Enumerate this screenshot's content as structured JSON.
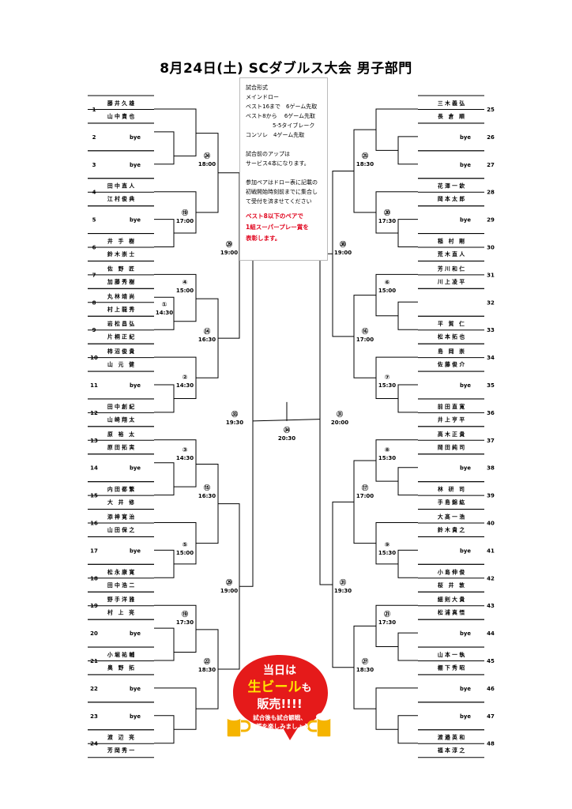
{
  "title": "8月24日(土) SCダブルス大会 男子部門",
  "info": {
    "lines": [
      "試合形式",
      "メインドロー",
      "ベスト16まで　6ゲーム先取",
      "ベスト8から　 6ゲーム先取",
      "5-5タイブレーク",
      "コンソレ　4ゲーム先取",
      "",
      "試合前のアップは",
      "サービス4本になります。",
      "",
      "参加ペアはドロー表に記載の",
      "初戦開始時刻前までに集合し",
      "て受付を済ませてください"
    ],
    "highlight": [
      "ベスト8以下のペアで",
      "1組スーパープレー賞を",
      "表彰します。"
    ]
  },
  "promo": {
    "line1": "当日は",
    "line2a": "生ビール",
    "line2b": "も",
    "line3": "販売!!!!",
    "sub1": "試合後も試合観戦、",
    "sub2": "応援を楽しみましょう"
  },
  "colors": {
    "red": "#e0001a",
    "promo_bg": "#e51a1a"
  },
  "entries_left": [
    {
      "no": "1",
      "p": [
        "藤 井 久 雄",
        "山 中 貴 也"
      ]
    },
    {
      "no": "2",
      "p": [
        "bye"
      ]
    },
    {
      "no": "3",
      "p": [
        "bye"
      ]
    },
    {
      "no": "4",
      "p": [
        "田 中 直 人",
        "江 村 俊 典"
      ]
    },
    {
      "no": "5",
      "p": [
        "bye"
      ]
    },
    {
      "no": "6",
      "p": [
        "井　手　樹",
        "鈴 木 崇 士"
      ]
    },
    {
      "no": "7",
      "p": [
        "佐　野　匠",
        "加 藤 秀 樹"
      ]
    },
    {
      "no": "8",
      "p": [
        "丸 林 靖 尚",
        "村 上 龍 秀"
      ]
    },
    {
      "no": "9",
      "p": [
        "岩 松 昌 弘",
        "片 桐 正 紀"
      ]
    },
    {
      "no": "10",
      "p": [
        "柿 沼 俊 貴",
        "山　元　健"
      ]
    },
    {
      "no": "11",
      "p": [
        "bye"
      ]
    },
    {
      "no": "12",
      "p": [
        "田 中 創 紀",
        "山 崎 翔 太"
      ]
    },
    {
      "no": "13",
      "p": [
        "原　裕　太",
        "原 田 拓 実"
      ]
    },
    {
      "no": "14",
      "p": [
        "bye"
      ]
    },
    {
      "no": "15",
      "p": [
        "内 田 都 繁",
        "大　井　修"
      ]
    },
    {
      "no": "16",
      "p": [
        "添 神 寛 治",
        "山 田 保 之"
      ]
    },
    {
      "no": "17",
      "p": [
        "bye"
      ]
    },
    {
      "no": "18",
      "p": [
        "松 永 康 寛",
        "田 中 浩 二"
      ]
    },
    {
      "no": "19",
      "p": [
        "野 手 洋 雅",
        "村　上　亮"
      ]
    },
    {
      "no": "20",
      "p": [
        "bye"
      ]
    },
    {
      "no": "21",
      "p": [
        "小 堀 祐 輔",
        "奥　野　拓"
      ]
    },
    {
      "no": "22",
      "p": [
        "bye"
      ]
    },
    {
      "no": "23",
      "p": [
        "bye"
      ]
    },
    {
      "no": "24",
      "p": [
        "渡　辺　亮",
        "芳 岡 秀 一"
      ]
    }
  ],
  "entries_right": [
    {
      "no": "25",
      "p": [
        "三 木 義 弘",
        "長　倉　順"
      ]
    },
    {
      "no": "26",
      "p": [
        "bye"
      ]
    },
    {
      "no": "27",
      "p": [
        "bye"
      ]
    },
    {
      "no": "28",
      "p": [
        "花 澤 一 欽",
        "岡 本 太 郎"
      ]
    },
    {
      "no": "29",
      "p": [
        "bye"
      ]
    },
    {
      "no": "30",
      "p": [
        "稲　村　剛",
        "荒 木 直 人"
      ]
    },
    {
      "no": "31",
      "p": [
        "芳 川 和 仁",
        "川 上 凌 平"
      ]
    },
    {
      "no": "32",
      "p": [
        ""
      ]
    },
    {
      "no": "33",
      "p": [
        "平　賀　仁",
        "松 本 拓 也"
      ]
    },
    {
      "no": "34",
      "p": [
        "島　岡　崇",
        "佐 藤 俊 介"
      ]
    },
    {
      "no": "35",
      "p": [
        "bye"
      ]
    },
    {
      "no": "36",
      "p": [
        "前 田 直 寛",
        "井 上 亨 平"
      ]
    },
    {
      "no": "37",
      "p": [
        "高 木 正 貴",
        "岡 田 純 司"
      ]
    },
    {
      "no": "38",
      "p": [
        "bye"
      ]
    },
    {
      "no": "39",
      "p": [
        "林　研　司",
        "手 島 錦 紘"
      ]
    },
    {
      "no": "40",
      "p": [
        "大 髙 一 浩",
        "鈴 木 貴 之"
      ]
    },
    {
      "no": "41",
      "p": [
        "bye"
      ]
    },
    {
      "no": "42",
      "p": [
        "小 島 伸 俊",
        "桜　井　敦"
      ]
    },
    {
      "no": "43",
      "p": [
        "細 則 大 貴",
        "松 浦 真 悟"
      ]
    },
    {
      "no": "44",
      "p": [
        "bye"
      ]
    },
    {
      "no": "45",
      "p": [
        "山 本 一 執",
        "棚 下 秀 昭"
      ]
    },
    {
      "no": "46",
      "p": [
        "bye"
      ]
    },
    {
      "no": "47",
      "p": [
        "bye"
      ]
    },
    {
      "no": "48",
      "p": [
        "渡 邉 英 和",
        "福 本 淳 之"
      ]
    }
  ],
  "matches_left": [
    {
      "no": "㉔",
      "time": "18:00"
    },
    {
      "no": "⑲",
      "time": "17:00"
    },
    {
      "no": "④",
      "time": "15:00"
    },
    {
      "no": "①",
      "time": "14:30"
    },
    {
      "no": "⑭",
      "time": "16:30"
    },
    {
      "no": "②",
      "time": "14:30"
    },
    {
      "no": "③",
      "time": "14:30"
    },
    {
      "no": "⑮",
      "time": "16:30"
    },
    {
      "no": "⑤",
      "time": "15:00"
    },
    {
      "no": "⑲",
      "time": "17:30"
    },
    {
      "no": "㉒",
      "time": "18:30"
    },
    {
      "no": "㉙",
      "time": "19:00"
    },
    {
      "no": "㉝",
      "time": "19:30"
    },
    {
      "no": "㉙",
      "time": "19:00"
    }
  ],
  "matches_right": [
    {
      "no": "㉕",
      "time": "18:30"
    },
    {
      "no": "⑳",
      "time": "17:30"
    },
    {
      "no": "⑥",
      "time": "15:00"
    },
    {
      "no": "⑯",
      "time": "17:00"
    },
    {
      "no": "⑦",
      "time": "15:30"
    },
    {
      "no": "⑧",
      "time": "15:30"
    },
    {
      "no": "⑰",
      "time": "17:00"
    },
    {
      "no": "⑨",
      "time": "15:30"
    },
    {
      "no": "㉑",
      "time": "17:30"
    },
    {
      "no": "㉗",
      "time": "18:30"
    },
    {
      "no": "㉚",
      "time": "19:00"
    },
    {
      "no": "㉛",
      "time": "20:00"
    },
    {
      "no": "㉛",
      "time": "19:30"
    }
  ],
  "final": {
    "no": "㉞",
    "time": "20:30"
  }
}
